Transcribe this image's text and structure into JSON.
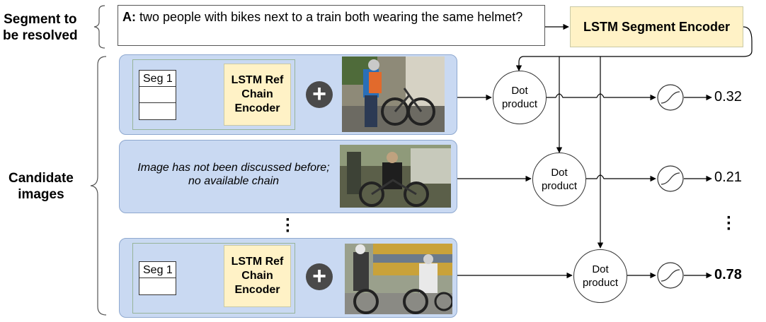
{
  "labels": {
    "segment_line1": "Segment to",
    "segment_line2": "be resolved",
    "candidate_line1": "Candidate",
    "candidate_line2": "images"
  },
  "query": {
    "speaker": "A:",
    "text": " two people with bikes next to a train both wearing the same helmet?"
  },
  "segment_encoder": "LSTM Segment Encoder",
  "ref_encoder": {
    "line1": "LSTM Ref",
    "line2": "Chain",
    "line3": "Encoder"
  },
  "chains": {
    "row1_first": "Seg 1",
    "row3_first": "Seg 1"
  },
  "no_chain_text": "Image has not been discussed before; no available chain",
  "dot": {
    "line1": "Dot",
    "line2": "product"
  },
  "scores": {
    "row1": "0.32",
    "row2": "0.21",
    "row3": "0.78"
  },
  "colors": {
    "panel": "#c9d9f2",
    "encoder": "#fff2c6",
    "plus": "#4a4a4a"
  },
  "icons": [
    "plus-icon",
    "sigmoid-icon"
  ]
}
